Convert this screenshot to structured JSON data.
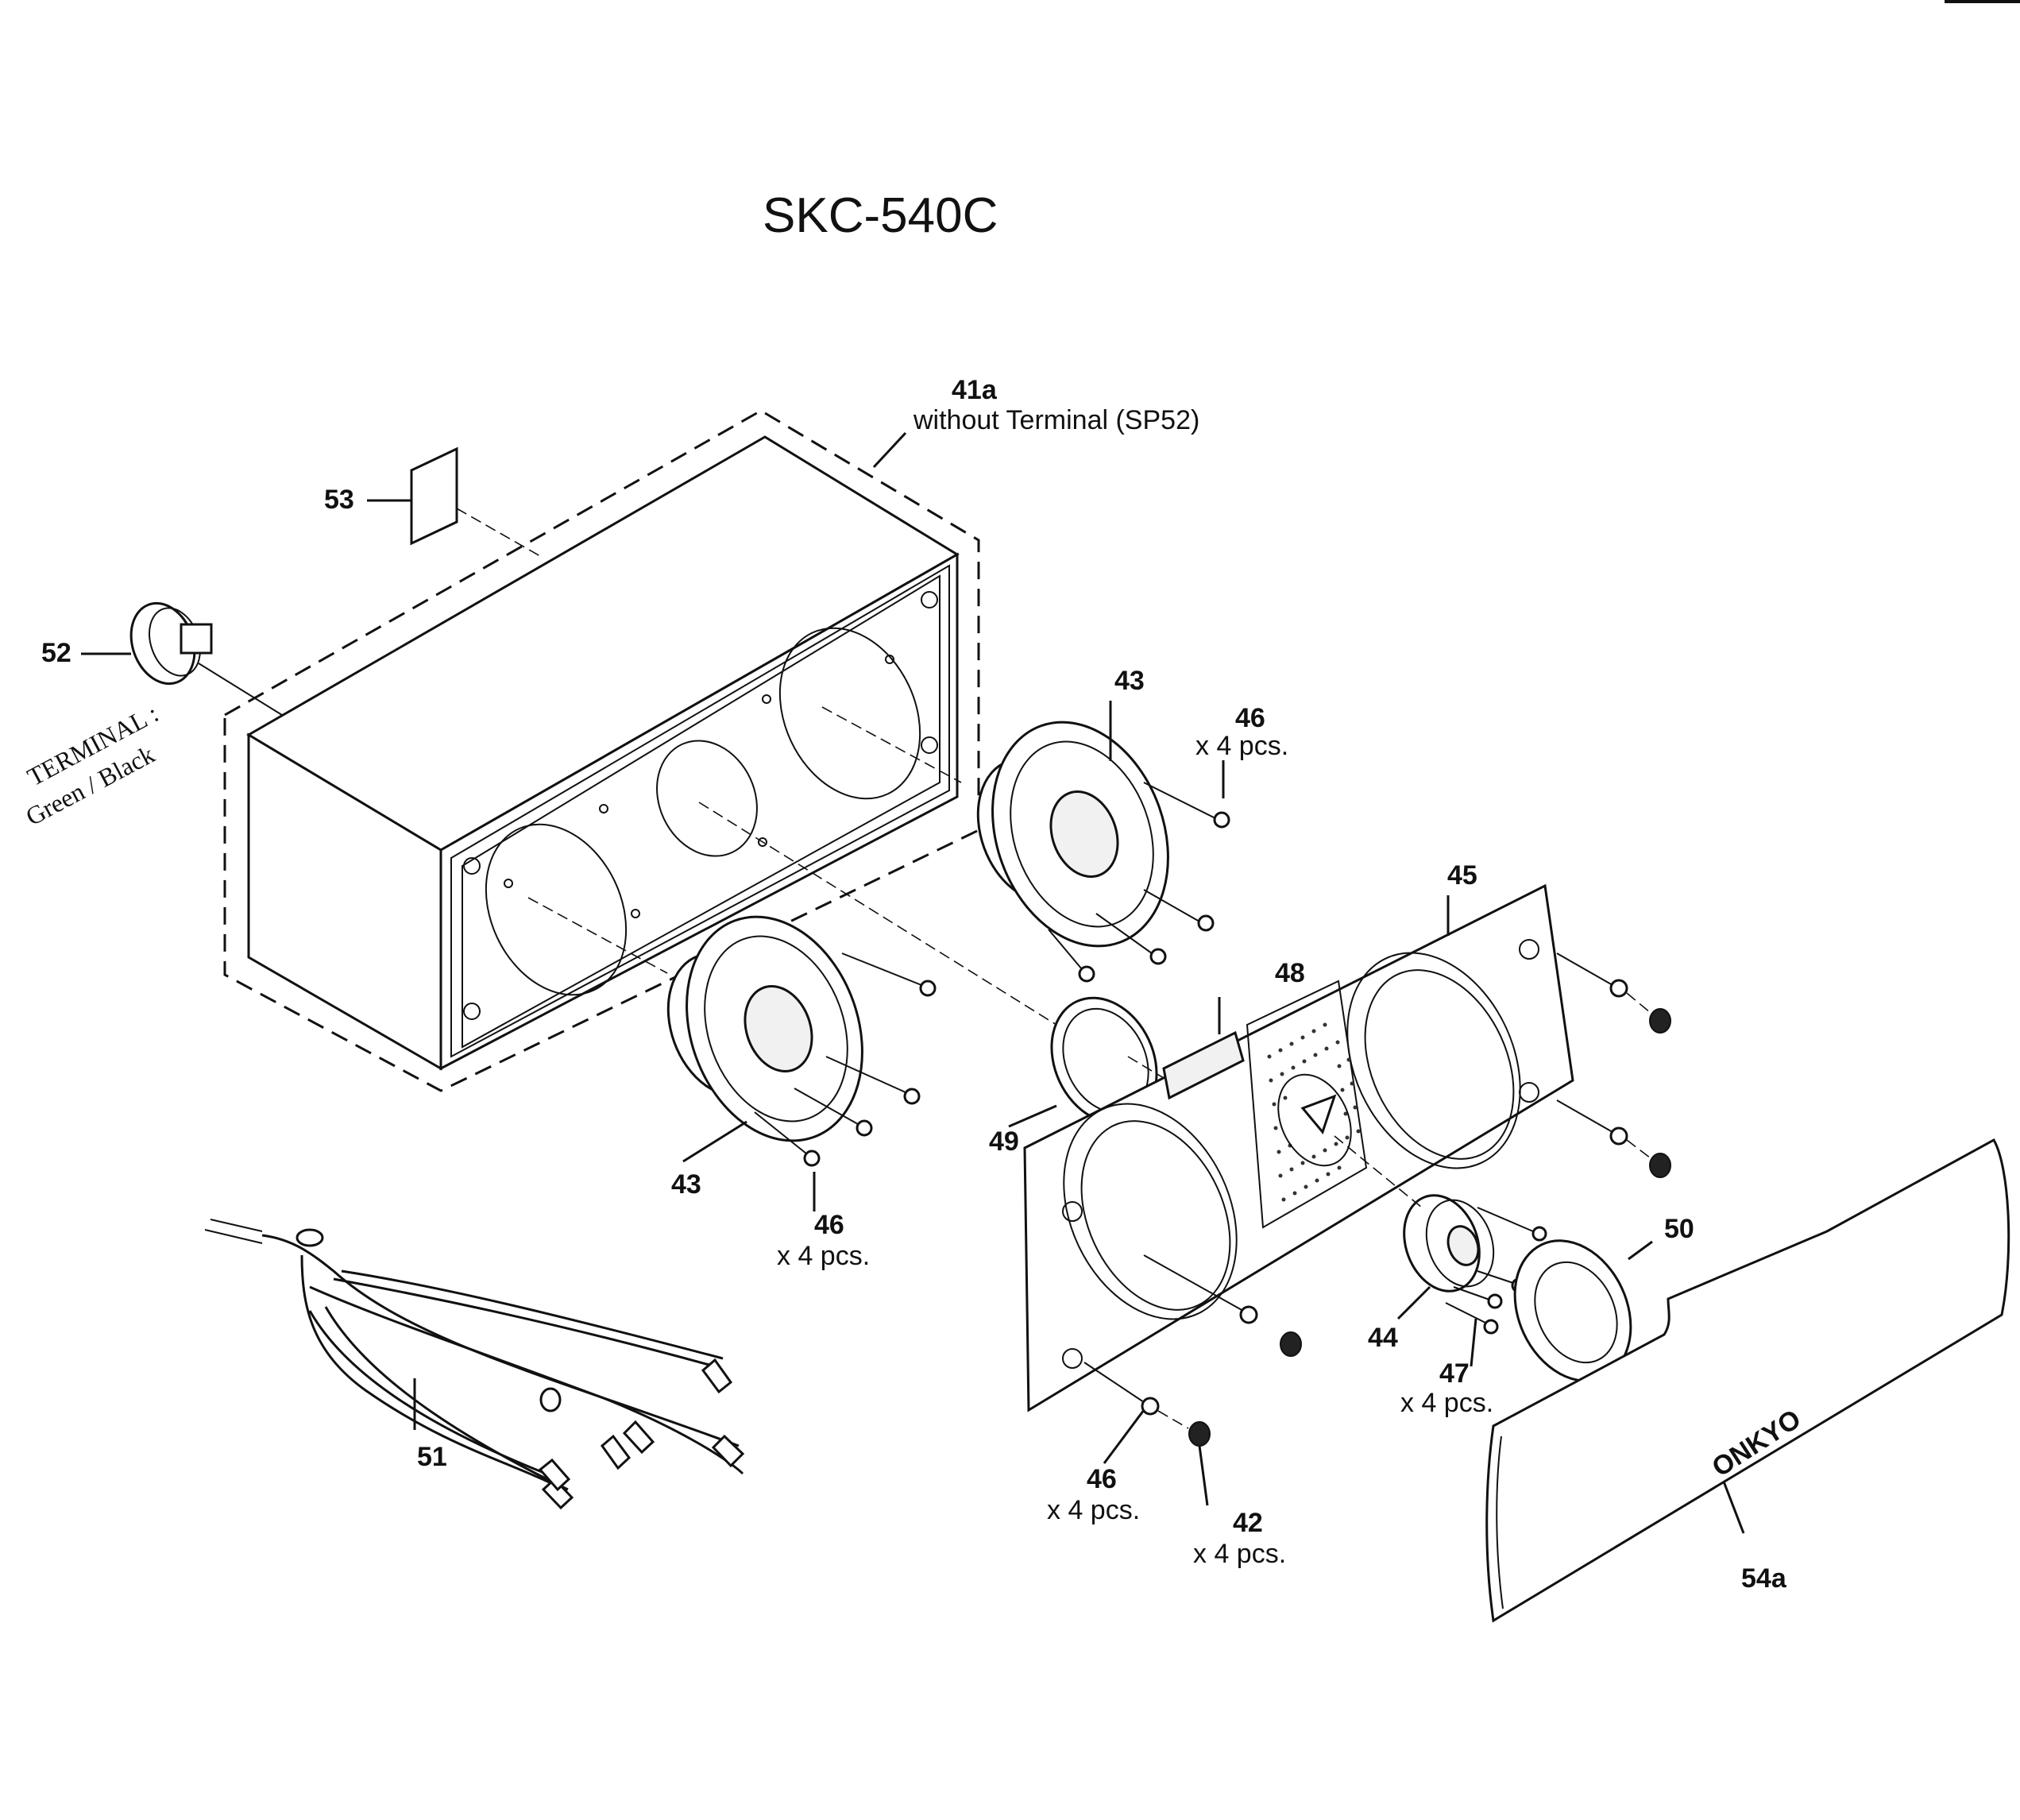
{
  "title": "SKC-540C",
  "labels": {
    "p41a": "41a",
    "p41a_note": "without Terminal (SP52)",
    "p53": "53",
    "p52": "52",
    "terminal_line1": "TERMINAL :",
    "terminal_line2": "Green / Black",
    "p43_upper": "43",
    "p43_lower": "43",
    "p46_upper": "46",
    "p46_upper_qty": "x 4 pcs.",
    "p46_lower": "46",
    "p46_lower_qty": "x 4 pcs.",
    "p46_bottom": "46",
    "p46_bottom_qty": "x 4 pcs.",
    "p45": "45",
    "p48": "48",
    "p49": "49",
    "p50": "50",
    "p44": "44",
    "p47": "47",
    "p47_qty": "x 4 pcs.",
    "p42": "42",
    "p42_qty": "x 4 pcs.",
    "p51": "51",
    "p54a": "54a",
    "brand": "ONKYO"
  }
}
